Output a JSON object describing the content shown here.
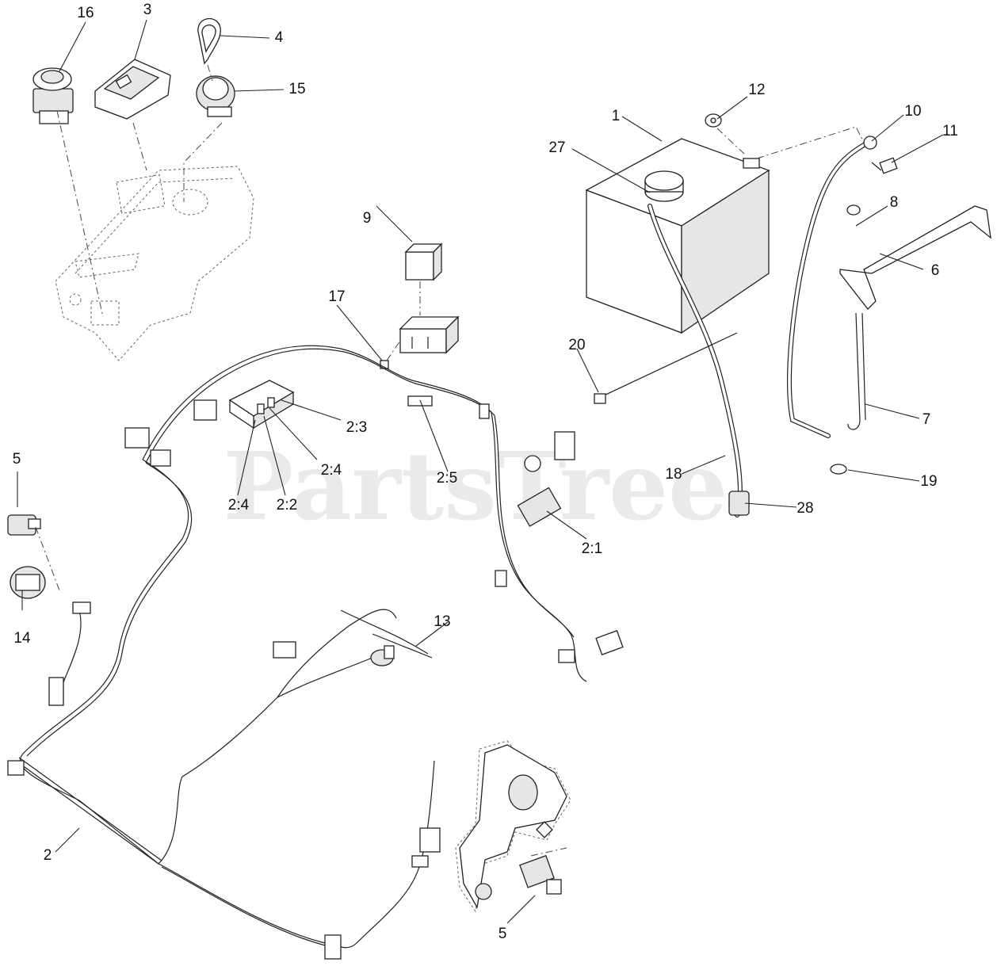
{
  "watermark": {
    "text": "PartsTree",
    "mark": "™"
  },
  "callouts": {
    "c1": "1",
    "c2": "2",
    "c3": "3",
    "c4": "4",
    "c5a": "5",
    "c5b": "5",
    "c6": "6",
    "c7": "7",
    "c8": "8",
    "c9": "9",
    "c10": "10",
    "c11": "11",
    "c12": "12",
    "c13": "13",
    "c14": "14",
    "c15": "15",
    "c16": "16",
    "c17": "17",
    "c18": "18",
    "c19": "19",
    "c20": "20",
    "c27": "27",
    "c28": "28",
    "c2_1": "2:1",
    "c2_2": "2:2",
    "c2_3": "2:3",
    "c2_4a": "2:4",
    "c2_4b": "2:4",
    "c2_5": "2:5"
  }
}
